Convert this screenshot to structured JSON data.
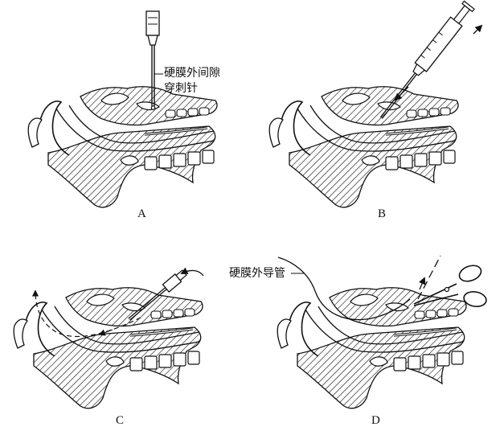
{
  "panels": [
    {
      "id": "A",
      "label": "A"
    },
    {
      "id": "B",
      "label": "B"
    },
    {
      "id": "C",
      "label": "C"
    },
    {
      "id": "D",
      "label": "D"
    }
  ],
  "annotations": {
    "needle_line1": "硬膜外间隙",
    "needle_line2": "穿刺针",
    "catheter": "硬膜外导管"
  }
}
